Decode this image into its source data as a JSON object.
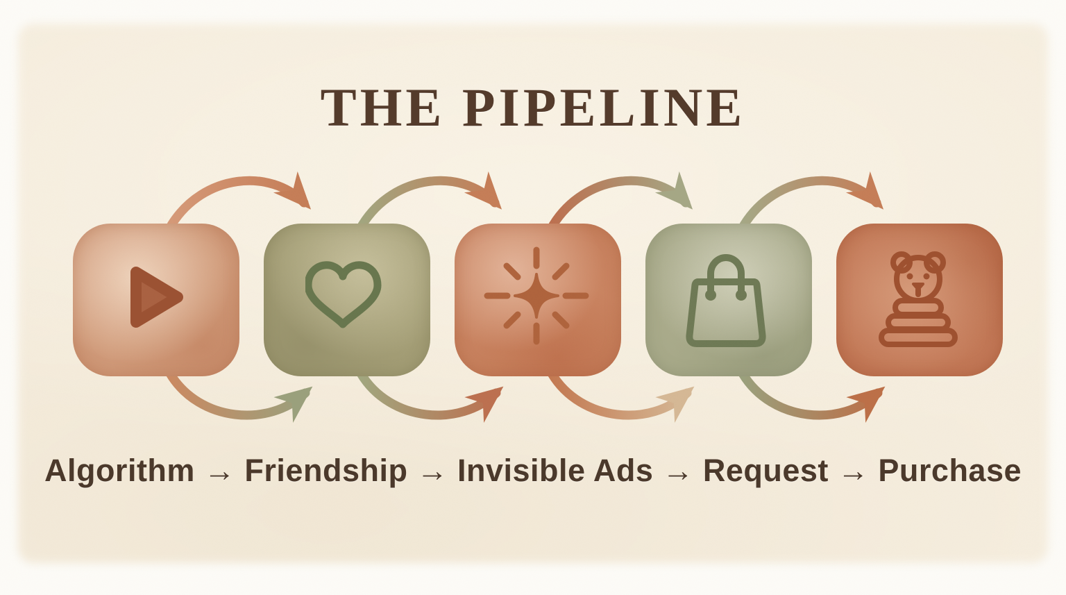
{
  "title": "THE PIPELINE",
  "caption": {
    "text": "Algorithm → Friendship → Invisible Ads → Request → Purchase",
    "separator": "→"
  },
  "pipeline": {
    "steps": [
      {
        "label": "Algorithm",
        "icon": "play-icon",
        "tile_color": "#cc9372",
        "glyph_color": "#a95f3d"
      },
      {
        "label": "Friendship",
        "icon": "heart-icon",
        "tile_color": "#a09a72",
        "glyph_color": "#68774e"
      },
      {
        "label": "Invisible Ads",
        "icon": "sparkle-icon",
        "tile_color": "#c67f5c",
        "glyph_color": "#b0643d"
      },
      {
        "label": "Request",
        "icon": "shopping-bag-icon",
        "tile_color": "#a5a787",
        "glyph_color": "#6f7a56"
      },
      {
        "label": "Purchase",
        "icon": "teddy-bear-toy-icon",
        "tile_color": "#bf7250",
        "glyph_color": "#9f5130"
      }
    ],
    "arrows": {
      "top": [
        {
          "from": "Algorithm",
          "to": "Friendship",
          "start_color": "#d69a78",
          "end_color": "#c67e58"
        },
        {
          "from": "Friendship",
          "to": "Invisible Ads",
          "start_color": "#a3a67f",
          "end_color": "#c67e58"
        },
        {
          "from": "Invisible Ads",
          "to": "Request",
          "start_color": "#bd7150",
          "end_color": "#a6a886"
        },
        {
          "from": "Request",
          "to": "Purchase",
          "start_color": "#a6a886",
          "end_color": "#c67e58"
        }
      ],
      "bottom": [
        {
          "from": "Algorithm",
          "to": "Friendship",
          "start_color": "#cb8a62",
          "end_color": "#9ba17d"
        },
        {
          "from": "Friendship",
          "to": "Invisible Ads",
          "start_color": "#a2a77f",
          "end_color": "#bd7150"
        },
        {
          "from": "Invisible Ads",
          "to": "Request",
          "start_color": "#c47a52",
          "end_color": "#d6b996"
        },
        {
          "from": "Request",
          "to": "Purchase",
          "start_color": "#9ba17d",
          "end_color": "#bd7048"
        }
      ]
    }
  },
  "colors": {
    "page_background": "#fdfcf8",
    "paper_wash": "#f6eedf",
    "title_text": "#543b2b",
    "caption_text": "#4b392b",
    "terracotta": "#c67e58",
    "sage": "#a0a47e"
  }
}
